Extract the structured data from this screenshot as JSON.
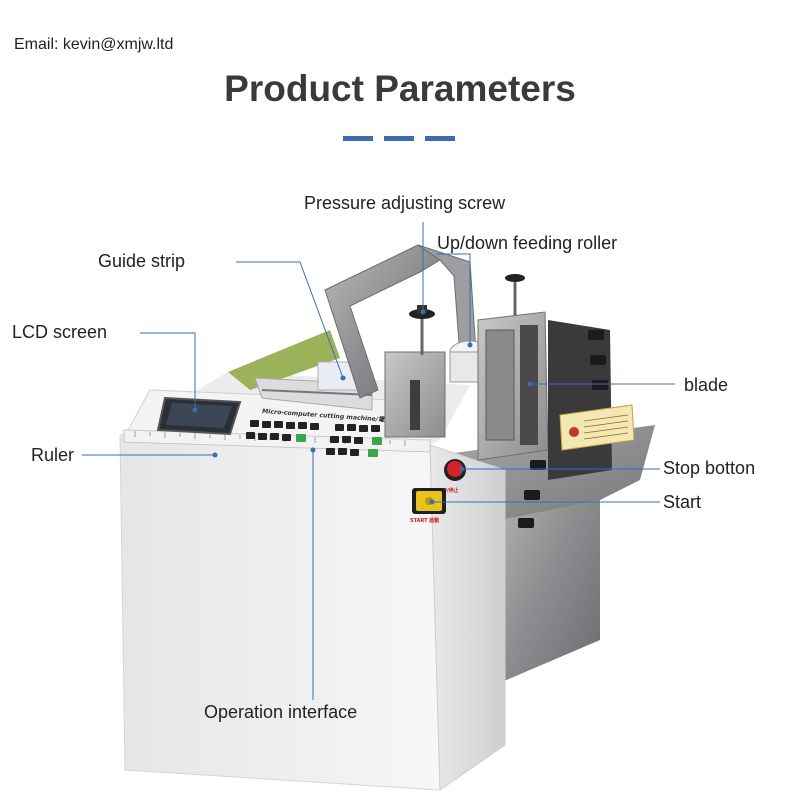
{
  "header": {
    "email": "Email: kevin@xmjw.ltd",
    "title": "Product Parameters"
  },
  "machine": {
    "panel_text": "Micro-computer cutting machine/電腦裁切機",
    "stop_button_text": "STOP/停止",
    "start_button_text": "START 啟動"
  },
  "callouts": {
    "pressure_screw": "Pressure adjusting screw",
    "feeding_roller": "Up/down feeding roller",
    "guide_strip": "Guide strip",
    "lcd_screen": "LCD screen",
    "blade": "blade",
    "ruler": "Ruler",
    "stop_button": "Stop botton",
    "start": "Start",
    "operation_interface": "Operation interface"
  },
  "colors": {
    "accent": "#3b6cb0",
    "leader_line": "#3b6cb0",
    "title": "#3a3a3a"
  }
}
